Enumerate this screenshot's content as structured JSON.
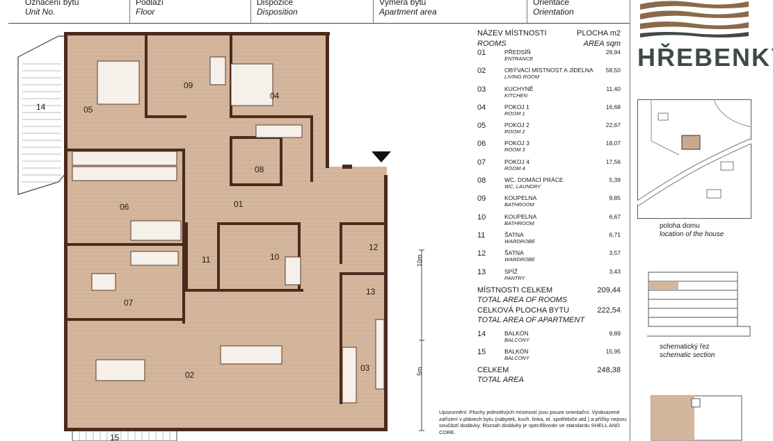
{
  "header": {
    "unit": {
      "cz": "Označení bytu",
      "en": "Unit No."
    },
    "floor": {
      "cz": "Podlaží",
      "en": "Floor"
    },
    "disposition": {
      "cz": "Dispozice",
      "en": "Disposition"
    },
    "area": {
      "cz": "Výměra bytu",
      "en": "Apartment area"
    },
    "orientation": {
      "cz": "Orientace",
      "en": "Orientation"
    }
  },
  "plan": {
    "room_labels": [
      "01",
      "02",
      "03",
      "04",
      "05",
      "06",
      "07",
      "08",
      "09",
      "10",
      "11",
      "12",
      "13",
      "14",
      "15"
    ],
    "scale_labels": [
      "10m",
      "5m"
    ]
  },
  "table": {
    "head": {
      "name_cz": "NÁZEV MÍSTNOSTI",
      "name_en": "ROOMS",
      "area_cz": "PLOCHA m2",
      "area_en": "AREA sqm"
    },
    "rooms": [
      {
        "no": "01",
        "cz": "PŘEDSÍŇ",
        "en": "ENTRANCE",
        "area": "28,94"
      },
      {
        "no": "02",
        "cz": "OBÝVACÍ MÍSTNOST A JÍDELNA",
        "en": "LIVING ROOM",
        "area": "58,50"
      },
      {
        "no": "03",
        "cz": "KUCHYNĚ",
        "en": "KITCHEN",
        "area": "11,40"
      },
      {
        "no": "04",
        "cz": "POKOJ 1",
        "en": "ROOM 1",
        "area": "16,68"
      },
      {
        "no": "05",
        "cz": "POKOJ 2",
        "en": "ROOM 2",
        "area": "22,67"
      },
      {
        "no": "06",
        "cz": "POKOJ 3",
        "en": "ROOM 3",
        "area": "18,07"
      },
      {
        "no": "07",
        "cz": "POKOJ 4",
        "en": "ROOM 4",
        "area": "17,56"
      },
      {
        "no": "08",
        "cz": "WC, DOMÁCÍ PRÁCE",
        "en": "WC, LAUNDRY",
        "area": "5,39"
      },
      {
        "no": "09",
        "cz": "KOUPELNA",
        "en": "BATHROOM",
        "area": "9,85"
      },
      {
        "no": "10",
        "cz": "KOUPELNA",
        "en": "BATHROOM",
        "area": "6,67"
      },
      {
        "no": "11",
        "cz": "ŠATNA",
        "en": "WARDROBE",
        "area": "6,71"
      },
      {
        "no": "12",
        "cz": "ŠATNA",
        "en": "WARDROBE",
        "area": "3,57"
      },
      {
        "no": "13",
        "cz": "SPÍŽ",
        "en": "PANTRY",
        "area": "3,43"
      }
    ],
    "rooms_total": {
      "cz": "MÍSTNOSTI CELKEM",
      "en": "TOTAL AREA OF ROOMS",
      "area": "209,44"
    },
    "apt_total": {
      "cz": "CELKOVÁ PLOCHA BYTU",
      "en": "TOTAL AREA OF APARTMENT",
      "area": "222,54"
    },
    "balconies": [
      {
        "no": "14",
        "cz": "BALKÓN",
        "en": "BALCONY",
        "area": "9,89"
      },
      {
        "no": "15",
        "cz": "BALKÓN",
        "en": "BALCONY",
        "area": "15,95"
      }
    ],
    "grand_total": {
      "cz": "CELKEM",
      "en": "TOTAL AREA",
      "area": "248,38"
    }
  },
  "note": "Upozornění: Plochy jednotlivých místností jsou pouze orientační. Vyobrazené zařízení v plánech bytu (nábytek, kuch. linka, el. spotřebiče atd.) a příčky nejsou součástí dodávky. Rozsah dodávky je specifikován ve standardu SHELL AND CORE.",
  "brand": "HŘEBENKY",
  "location": {
    "cz": "poloha domu",
    "en": "location of the house"
  },
  "section": {
    "cz": "schematický řez",
    "en": "schematic section"
  },
  "colors": {
    "floor": "#d4b69d",
    "wall": "#4a2a1c",
    "brand": "#3f4a47",
    "logo_brown": "#8a6a4a"
  }
}
